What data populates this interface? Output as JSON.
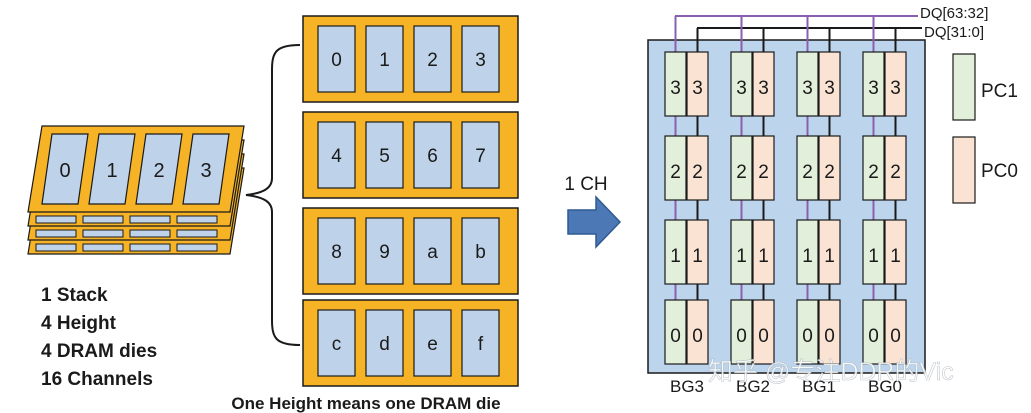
{
  "stack": {
    "channels": [
      "0",
      "1",
      "2",
      "3"
    ],
    "summary": [
      "1 Stack",
      "4 Height",
      "4 DRAM dies",
      "16 Channels"
    ]
  },
  "dies": [
    [
      "0",
      "1",
      "2",
      "3"
    ],
    [
      "4",
      "5",
      "6",
      "7"
    ],
    [
      "8",
      "9",
      "a",
      "b"
    ],
    [
      "c",
      "d",
      "e",
      "f"
    ]
  ],
  "dies_caption": "One Height means one DRAM die",
  "arrow_label": "1 CH",
  "bus": {
    "upper": "DQ[63:32]",
    "lower": "DQ[31:0]"
  },
  "bank_levels": [
    "3",
    "2",
    "1",
    "0"
  ],
  "bank_groups": [
    "BG3",
    "BG2",
    "BG1",
    "BG0"
  ],
  "legend": {
    "pc1": "PC1",
    "pc0": "PC0"
  },
  "watermark": "知乎 @专注DDR的Vic",
  "colors": {
    "die_orange": "#f5b325",
    "cell_blue": "#bed3ea",
    "pc1_green": "#e2efda",
    "pc0_peach": "#fbe3d4",
    "bus_purple": "#8a5fb0",
    "arrow_blue": "#4c79b5",
    "panel_blue": "#bdd5ec"
  }
}
